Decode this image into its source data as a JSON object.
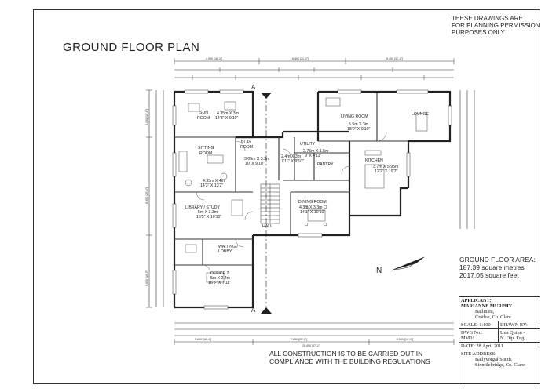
{
  "title": "GROUND FLOOR PLAN",
  "notice": [
    "THESE DRAWINGS ARE",
    "FOR PLANNING PERMISSION",
    "PURPOSES ONLY"
  ],
  "rooms": {
    "sun_room": {
      "name": "SUN",
      "name2": "ROOM",
      "size": "4.35m X 3m",
      "size_imp": "14'3\" X 9'10\""
    },
    "living_room": {
      "name": "LIVING ROOM",
      "size": "5.5m X 3m",
      "size_imp": "18'0\" X 9'10\""
    },
    "lounge": {
      "name": "LOUNGE"
    },
    "sitting_room": {
      "name": "SITTING",
      "name2": "ROOM",
      "size": "4.35m X 4m",
      "size_imp": "14'3\" X 13'2\""
    },
    "play_room": {
      "name": "PLAY",
      "name2": "ROOM",
      "size": "3.05m X 3.3m",
      "size_imp": "10' X 9'10\""
    },
    "utility": {
      "name": "UTILITY",
      "size": "2.75m X 1.5m",
      "size_imp": "9' X 4'11\""
    },
    "toilet": {
      "size": "2.4m X 3m",
      "size_imp": "7'11\" X 9'10\""
    },
    "pantry": {
      "name": "PANTRY"
    },
    "kitchen": {
      "name": "KITCHEN",
      "size": "3.7m X 5.95m",
      "size_imp": "12'2\" X 19'7\""
    },
    "library": {
      "name": "LIBRARY / STUDY",
      "size": "5m X 3.3m",
      "size_imp": "16'5\" X 10'10\""
    },
    "dining_room": {
      "name": "DINING ROOM",
      "size": "4.3m X 3.3m",
      "size_imp": "14'1\" X 10'10\""
    },
    "hall": {
      "name": "HALL"
    },
    "waiting": {
      "name": "WAITING /",
      "name2": "LOBBY"
    },
    "office": {
      "name": "OFFICE 2",
      "size": "5m X 2.4m",
      "size_imp": "16'5\" X 7'11\""
    }
  },
  "section_marker": "A",
  "north": "N",
  "area": {
    "heading": "GROUND FLOOR AREA:",
    "metric": "187.39 square metres",
    "imperial": "2017.05 square feet"
  },
  "construction_note": [
    "ALL CONSTRUCTION IS TO BE CARRIED OUT IN",
    "COMPLIANCE WITH THE BUILDING REGULATIONS"
  ],
  "title_block": {
    "applicant_label": "APPLICANT:",
    "applicant_name": "MARIANNE MURPHY",
    "applicant_addr1": "Ballinlea,",
    "applicant_addr2": "Cratloe, Co. Clare",
    "scale": "SCALE:   1:100",
    "drawn_by_label": "DRAWN BY:",
    "dwg_no": "DWG No.: MM01",
    "drawn_by1": "Una Quinn -",
    "drawn_by2": "N. Dip. Eng.",
    "date": "DATE:    28 April 2011",
    "site_label": "SITE ADDRESS:",
    "site1": "Ballyvorgal South,",
    "site2": "Sixmilebridge, Co. Clare"
  },
  "dims_top": [
    "4.950 [16'-3\"]",
    "6.460 [21'-2\"]",
    "9.450 [31'-0\"]"
  ],
  "dims_bottom": [
    "5.600 [18'-4\"]",
    "7.650 [25'-1\"]",
    "4.500 [14'-9\"]",
    "20.450 [67'-1\"]"
  ],
  "dims_left": [
    "3.200 [10'-6\"]",
    "8.950 [29'-4\"]",
    "5.000 [16'-5\"]"
  ]
}
